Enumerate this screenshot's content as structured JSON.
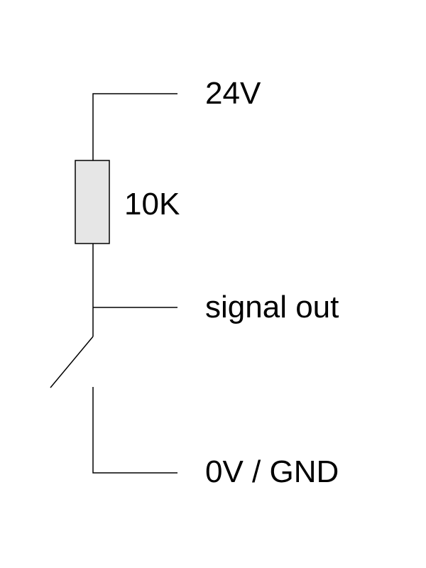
{
  "labels": {
    "supply": "24V",
    "resistor": "10K",
    "signal": "signal out",
    "ground": "0V / GND"
  },
  "colors": {
    "wire": "#000000",
    "resistor_fill": "#e6e6e6",
    "resistor_stroke": "#000000",
    "background": "#ffffff"
  }
}
